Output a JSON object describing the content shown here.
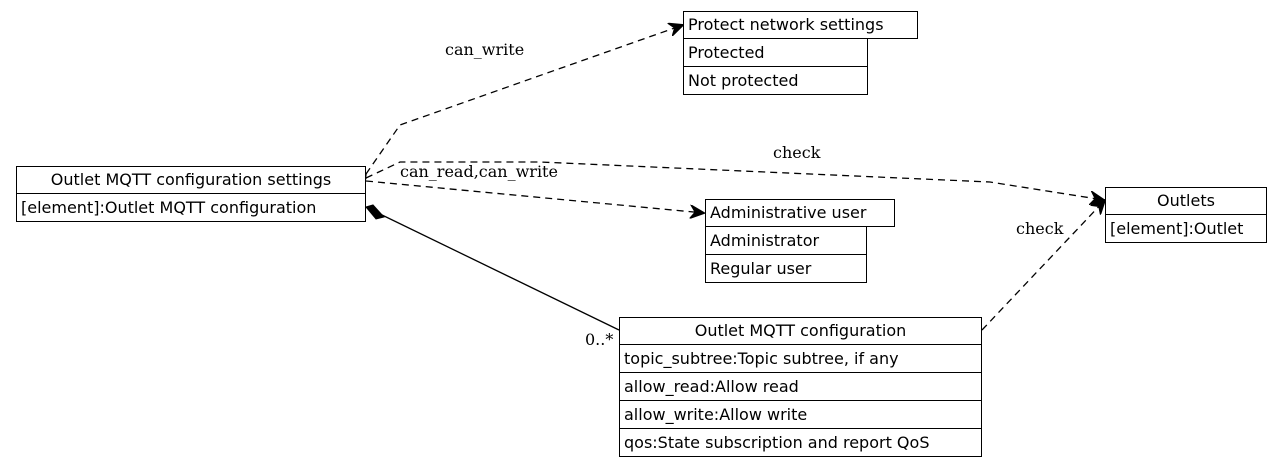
{
  "nodes": {
    "protect_network_settings": {
      "title": "Protect network settings",
      "rows": [
        "Protected",
        "Not protected"
      ]
    },
    "outlet_mqtt_configuration_settings": {
      "title": "Outlet MQTT configuration settings",
      "rows": [
        "[element]:Outlet MQTT configuration"
      ]
    },
    "administrative_user": {
      "title": "Administrative user",
      "rows": [
        "Administrator",
        "Regular user"
      ]
    },
    "outlets": {
      "title": "Outlets",
      "rows": [
        "[element]:Outlet"
      ]
    },
    "outlet_mqtt_configuration": {
      "title": "Outlet MQTT configuration",
      "rows": [
        "topic_subtree:Topic subtree, if any",
        "allow_read:Allow read",
        "allow_write:Allow write",
        "qos:State subscription and report QoS"
      ]
    }
  },
  "edges": {
    "can_write": "can_write",
    "check_top": "check",
    "can_read_can_write": "can_read,can_write",
    "check_bottom": "check",
    "multiplicity": "0..*"
  },
  "colors": {
    "stroke": "#000000",
    "background": "#ffffff"
  }
}
